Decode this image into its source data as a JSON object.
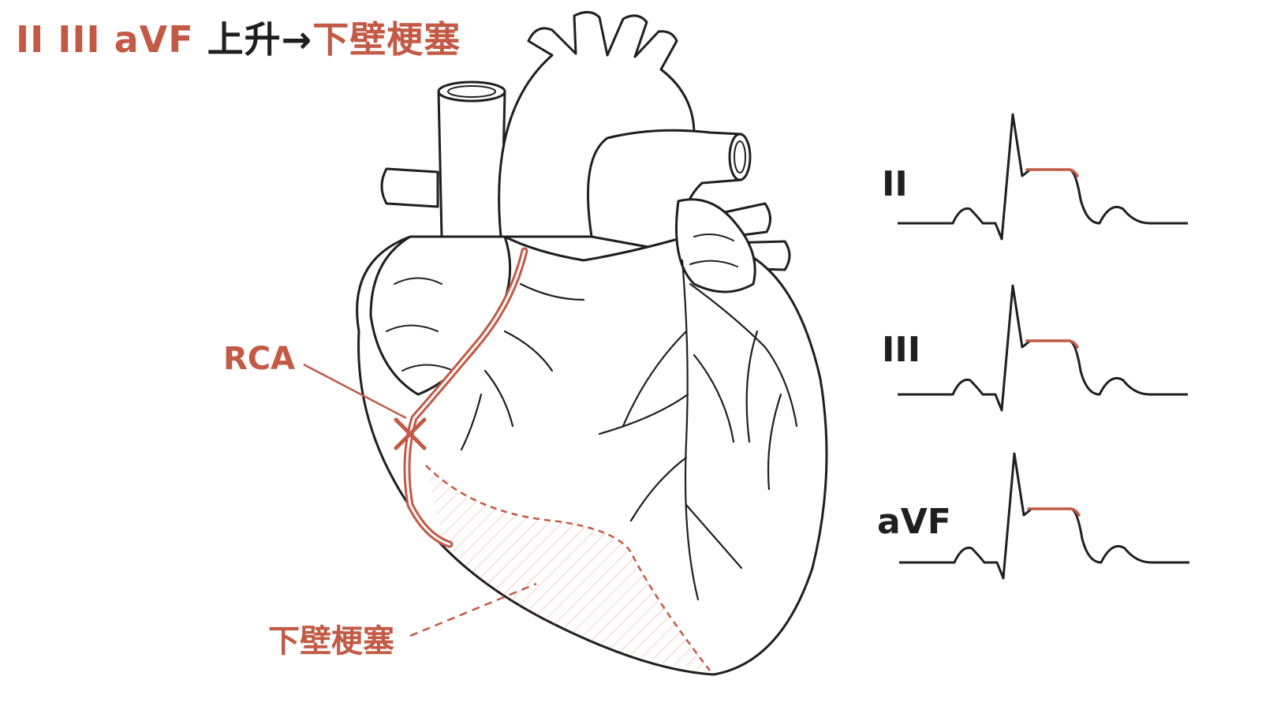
{
  "title": {
    "leads": "II III aVF",
    "rise": " 上升→",
    "result": "下壁梗塞"
  },
  "labels": {
    "rca": "RCA",
    "infarct": "下壁梗塞"
  },
  "ecg_leads": [
    {
      "name": "II"
    },
    {
      "name": "III"
    },
    {
      "name": "aVF"
    }
  ],
  "colors": {
    "accent": "#c25a45",
    "ink": "#1f1f1f",
    "hatch": "#f2c9c0"
  },
  "markers": {
    "occlusion": "×"
  }
}
